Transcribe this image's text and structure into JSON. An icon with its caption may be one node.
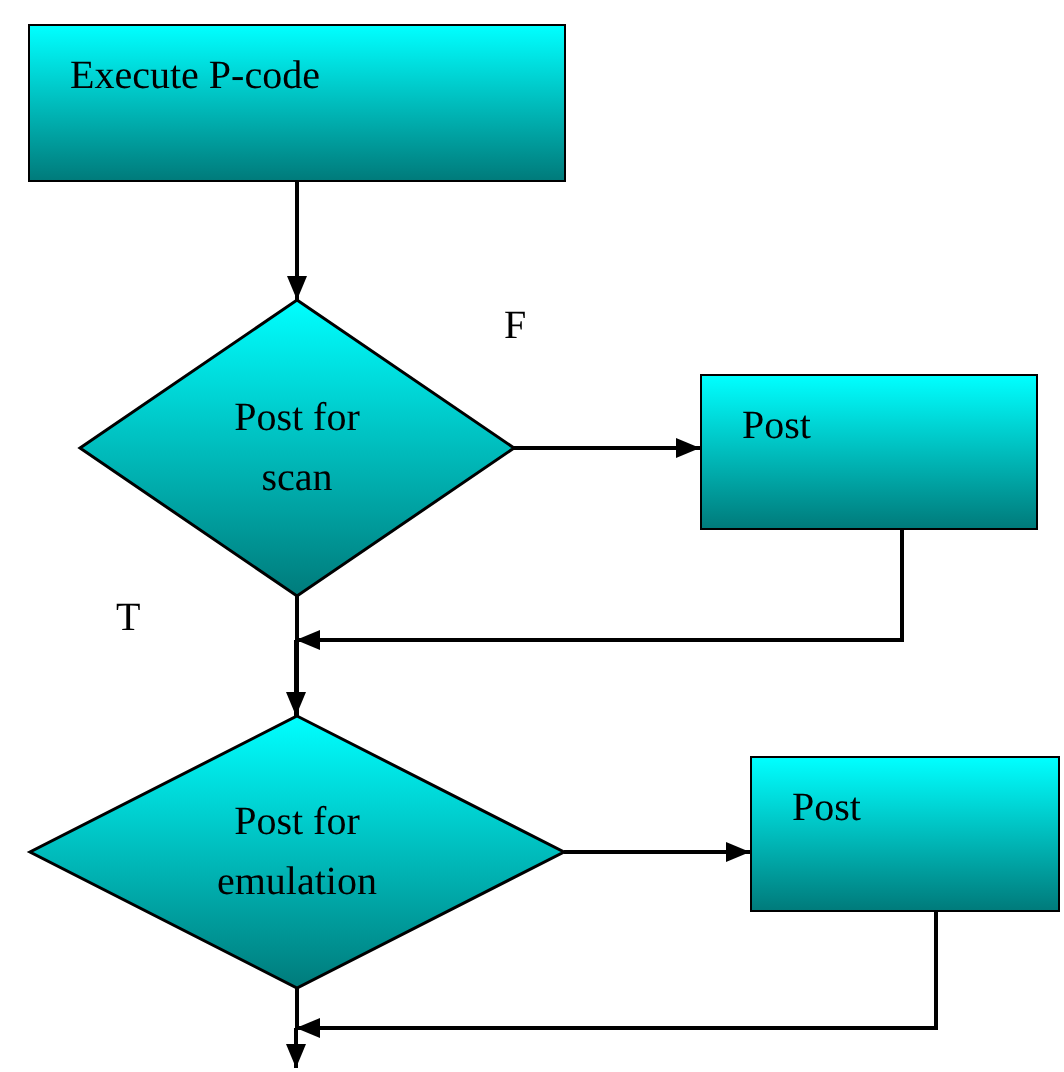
{
  "diagram": {
    "nodes": [
      {
        "text": [
          "Execute P-code"
        ]
      },
      {
        "text": [
          "Post for scan"
        ]
      },
      {
        "text": [
          "Post"
        ]
      },
      {
        "text": [
          "Post for emulation"
        ]
      },
      {
        "text": [
          "Post"
        ]
      }
    ],
    "edges": [
      {
        "from": 0,
        "to": 1,
        "arrow": "to"
      },
      {
        "from": 1,
        "to": 2,
        "arrow": "to"
      },
      {
        "from": 1,
        "to": 3,
        "arrow": "to"
      },
      {
        "from": 2,
        "to": 3,
        "arrow": "to"
      },
      {
        "from": 3,
        "to": 4,
        "arrow": "to"
      },
      {
        "from": 3,
        "to": null,
        "arrow": "to"
      },
      {
        "from": 4,
        "to": null,
        "arrow": "to"
      }
    ],
    "labels": [
      "F",
      "T"
    ]
  }
}
